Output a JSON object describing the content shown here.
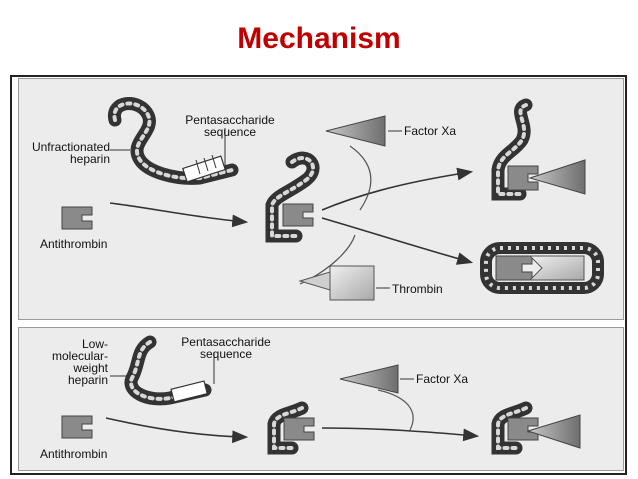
{
  "slide": {
    "title": "Mechanism"
  },
  "panel_top": {
    "labels": {
      "unfractionated_heparin_line1": "Unfractionated",
      "unfractionated_heparin_line2": "heparin",
      "pentasaccharide_line1": "Pentasaccharide",
      "pentasaccharide_line2": "sequence",
      "antithrombin": "Antithrombin",
      "factor_xa": "Factor Xa",
      "thrombin": "Thrombin"
    }
  },
  "panel_bottom": {
    "labels": {
      "lmwh_line1": "Low-",
      "lmwh_line2": "molecular-",
      "lmwh_line3": "weight",
      "lmwh_line4": "heparin",
      "pentasaccharide_line1": "Pentasaccharide",
      "pentasaccharide_line2": "sequence",
      "antithrombin": "Antithrombin",
      "factor_xa": "Factor Xa"
    }
  },
  "colors": {
    "title": "#c00000",
    "panel_background": "#ececec",
    "chain_dark": "#333333",
    "bead_light": "#d8d8d8",
    "antithrombin_fill": "#8a8a8a",
    "factor_xa_fill": "#9a9a9a",
    "thrombin_fill": "#cfcfcf",
    "arrow": "#333333"
  }
}
